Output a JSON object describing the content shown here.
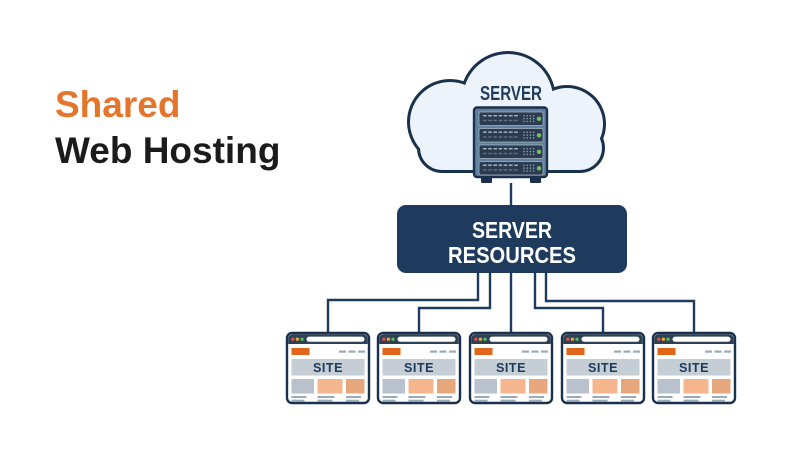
{
  "heading": {
    "line1": "Shared",
    "line2": "Web Hosting"
  },
  "cloud_server": {
    "label": "SERVER"
  },
  "resources_box": {
    "line1": "SERVER",
    "line2": "RESOURCES"
  },
  "sites": {
    "labels": [
      "SITE",
      "SITE",
      "SITE",
      "SITE",
      "SITE"
    ]
  },
  "icons": {
    "cloud": "cloud-icon",
    "server_rack": "server-rack-icon",
    "led": "led-indicator-icon",
    "browser_window": "browser-window-icon",
    "window_dots": "traffic-light-dots-icon"
  },
  "colors": {
    "orange": "#E5752B",
    "heading": "#1B1B1B",
    "navy": "#1E3A5C",
    "outline": "#1A314D",
    "cloudFill": "#EDF3FA",
    "rackCase": "#62809E",
    "rackUnit": "#2C3C50",
    "slotLight": "#A7B6C5",
    "slotDim": "#5E7186",
    "dotGrid": "#8A9CAF",
    "led": "#6FC06F",
    "barNavy": "#2E4154",
    "dotRed": "#D95050",
    "dotYellow": "#E2A93C",
    "dotGreen": "#5CB85C",
    "logoOrange": "#E0661A",
    "banner": "#C5CDD5",
    "blockGray": "#B9C2CC",
    "blockPeach": "#F5B68E",
    "blockPeachDark": "#E7A77D",
    "lineGray": "#9AAAB8",
    "white": "#FFFFFF"
  }
}
